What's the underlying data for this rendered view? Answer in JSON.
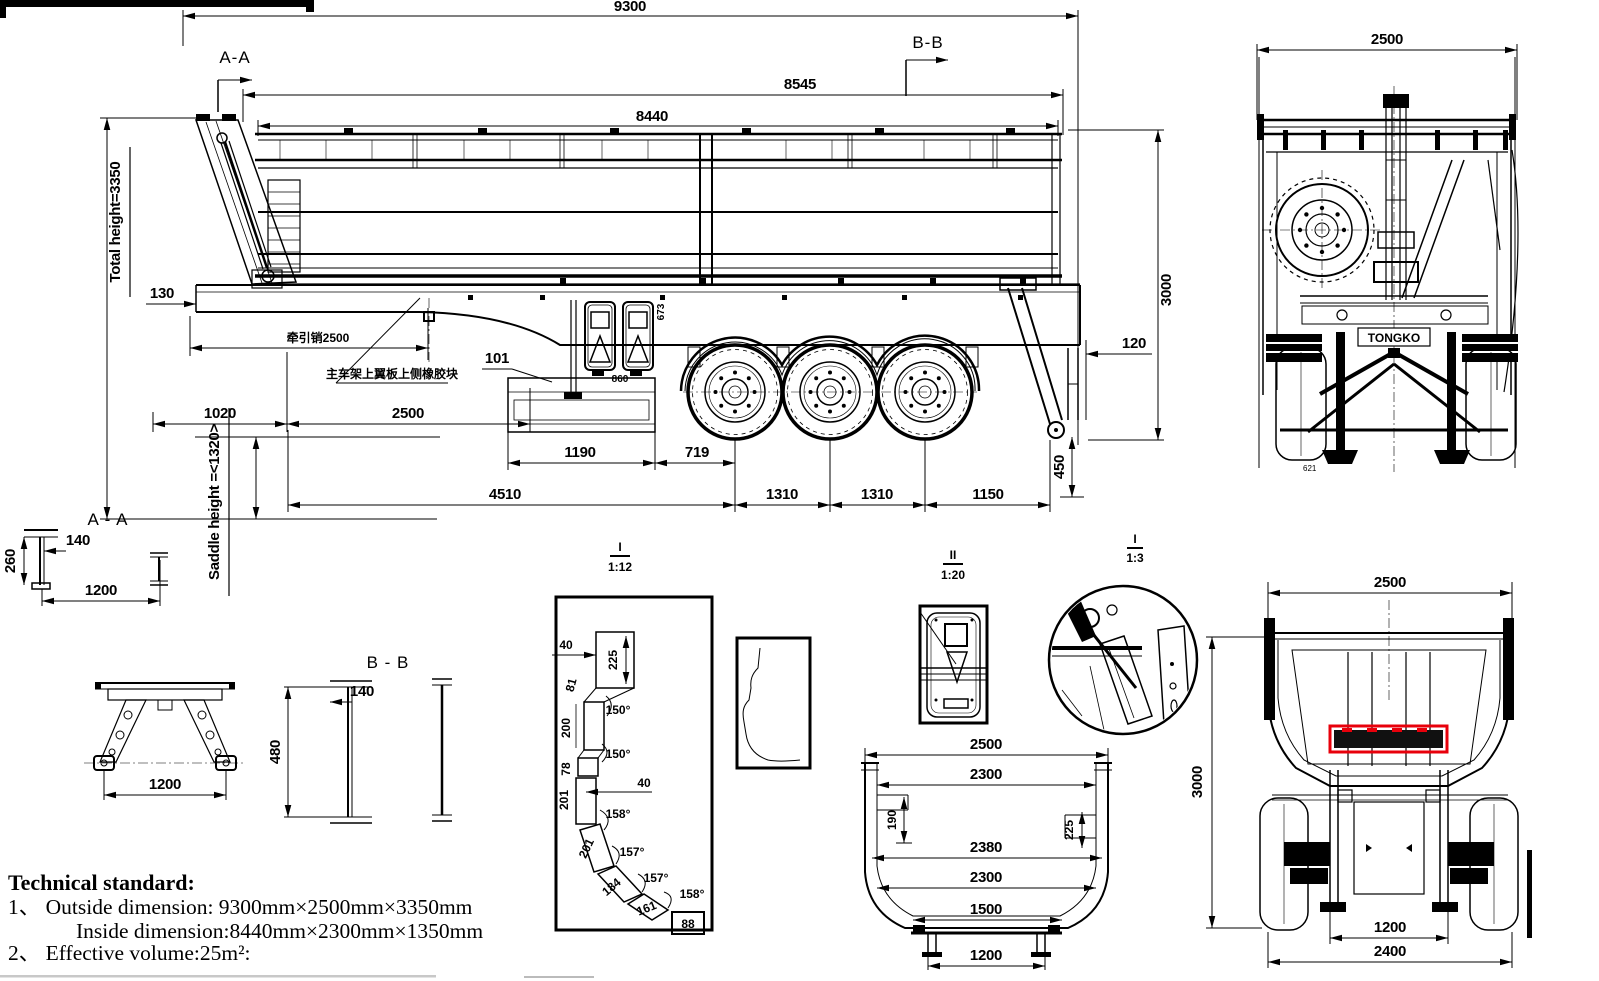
{
  "drawing": {
    "brand": "TONGKO",
    "tech_note": {
      "heading": "Technical standard:",
      "line1": "1、 Outside dimension: 9300mm×2500mm×3350mm",
      "line2": "Inside dimension:8440mm×2300mm×1350mm",
      "line3": "2、 Effective volume:25m²:"
    },
    "side": {
      "section_a": "A-A",
      "section_b": "B-B",
      "d9300": "9300",
      "d8545": "8545",
      "d8440": "8440",
      "total_height": "Total height=3350",
      "saddle_height": "Saddle height =<1320>",
      "d130": "130",
      "d_kingpin": "牵引销2500",
      "d1020": "1020",
      "d2500": "2500",
      "d101": "101",
      "d860": "860",
      "d673": "673",
      "note_rubber": "主车架上翼板上侧橡胶块",
      "d1190": "1190",
      "d719": "719",
      "d4510": "4510",
      "d1310a": "1310",
      "d1310b": "1310",
      "d1150": "1150",
      "d450": "450",
      "d120": "120",
      "d3000": "3000"
    },
    "front": {
      "d2500": "2500",
      "d621": "621"
    },
    "aa": {
      "label": "A - A",
      "d140": "140",
      "d260": "260",
      "d1200": "1200"
    },
    "hanger": {
      "d1200": "1200"
    },
    "bb": {
      "label": "B - B",
      "d140": "140",
      "d480": "480"
    },
    "detail1": {
      "label": "I",
      "scale": "1:12",
      "dims": [
        "40",
        "225",
        "81",
        "150°",
        "200",
        "150°",
        "78",
        "201",
        "40",
        "158°",
        "201",
        "157°",
        "184",
        "157°",
        "161",
        "158°",
        "88"
      ]
    },
    "detail2": {
      "label": "II",
      "scale": "1:20"
    },
    "detail3": {
      "label": "I",
      "scale": "1:3"
    },
    "xsec": {
      "d2500": "2500",
      "d2300t": "2300",
      "d190": "190",
      "d225": "225",
      "d2380": "2380",
      "d2300b": "2300",
      "d1500": "1500",
      "d1200": "1200"
    },
    "rear": {
      "d2500": "2500",
      "d3000": "3000",
      "d1200": "1200",
      "d2400": "2400"
    },
    "colors": {
      "highlight": "#e8000b",
      "line": "#000000"
    }
  }
}
